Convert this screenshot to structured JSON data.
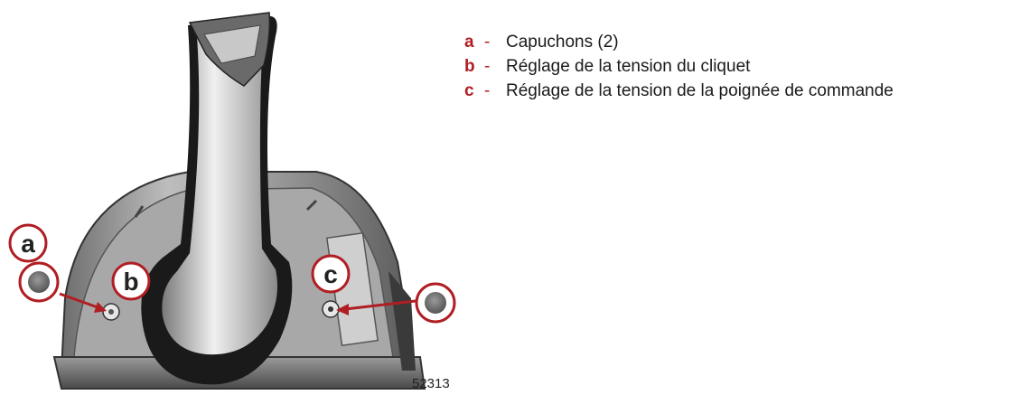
{
  "legend": {
    "items": [
      {
        "key": "a",
        "dash": "-",
        "text": "Capuchons (2)"
      },
      {
        "key": "b",
        "dash": "-",
        "text": "Réglage de la tension du cliquet"
      },
      {
        "key": "c",
        "dash": "-",
        "text": "Réglage de la tension de la poignée de commande"
      }
    ]
  },
  "callouts": {
    "a": "a",
    "b": "b",
    "c": "c"
  },
  "figure_number": "52313",
  "colors": {
    "legend_key": "#b01e23",
    "callout_stroke": "#b01e23"
  }
}
